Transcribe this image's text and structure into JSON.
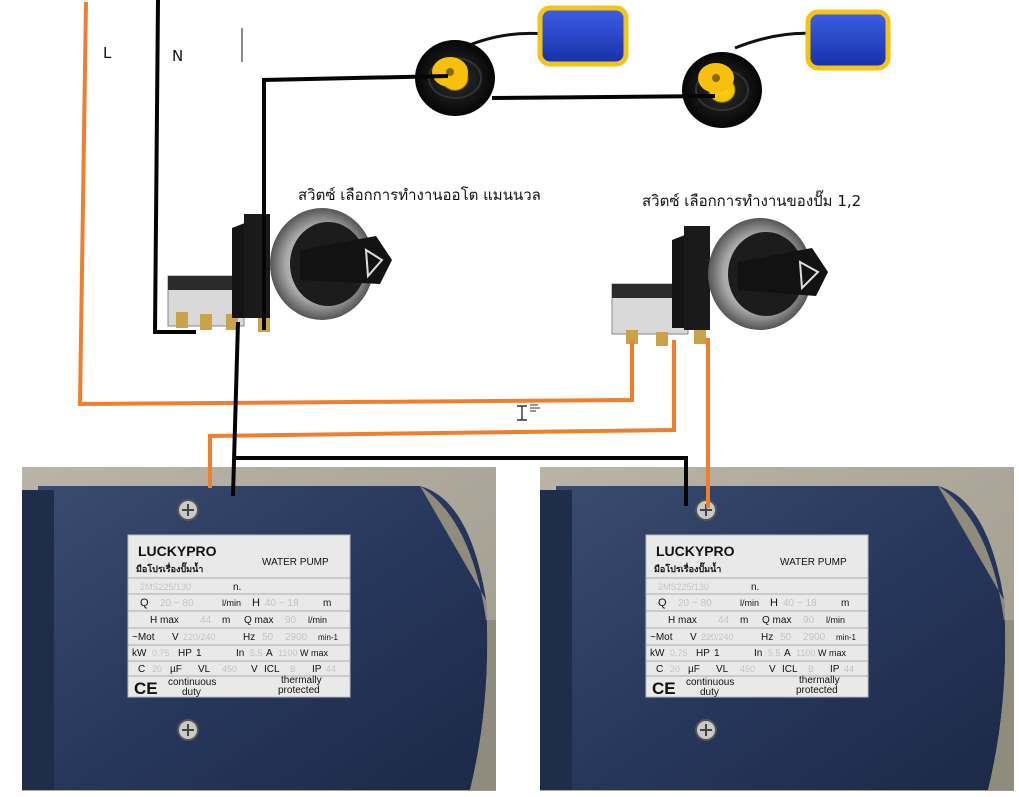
{
  "labels": {
    "line": "L",
    "neutral": "N",
    "switch_auto_manual": "สวิตซ์ เลือกการทำงานออโต แมนนวล",
    "switch_pump_select": "สวิตซ์ เลือกการทำงานของปั๊ม 1,2"
  },
  "pump_plate": {
    "brand": "LUCKYPRO",
    "slogan": "มือโปรเรื่องปั๊มน้ำ",
    "title": "WATER PUMP",
    "model_faint": "2MS225/130",
    "n_label": "n.",
    "q_label": "Q",
    "q_faint": "20 ~ 80",
    "q_unit": "l/min",
    "h_label": "H",
    "h_faint": "40 ~ 18",
    "h_unit": "m",
    "hmax_label": "H max",
    "hmax_faint": "44",
    "hmax_unit": "m",
    "qmax_label": "Q max",
    "qmax_faint": "90",
    "qmax_unit": "l/min",
    "mot_label": "~Mot",
    "v_label": "V",
    "v_faint": "220/240",
    "hz_label": "Hz",
    "hz_faint": "50",
    "rpm_faint": "2900",
    "rpm_unit": "min-1",
    "kw_label": "kW",
    "kw_faint": "0.75",
    "hp_label": "HP",
    "hp_value": "1",
    "in_label": "In",
    "in_faint": "5.5",
    "a_label": "A",
    "w_faint": "1100",
    "wmax_label": "W max",
    "c_label": "C",
    "c_faint": "20",
    "uf_label": "µF",
    "vl_label": "VL",
    "vl_faint": "450",
    "vl_unit": "V",
    "icl_label": "ICL",
    "icl_faint": "B",
    "ip_label": "IP",
    "ip_faint": "44",
    "ce": "CE",
    "duty": [
      "continuous",
      "duty"
    ],
    "protect": [
      "thermally",
      "protected"
    ]
  },
  "colors": {
    "live_wire": "#ee7f2f",
    "neutral_wire": "#050505",
    "float_body": "#1f3fc9",
    "float_trim": "#f3c417",
    "pump_body": "#2a3a5c",
    "switch_body": "#1a1a1a",
    "switch_terminal": "#c8a34a"
  },
  "icons": [
    "float-switch-icon",
    "selector-switch-icon",
    "water-pump-icon",
    "text-cursor-icon"
  ]
}
